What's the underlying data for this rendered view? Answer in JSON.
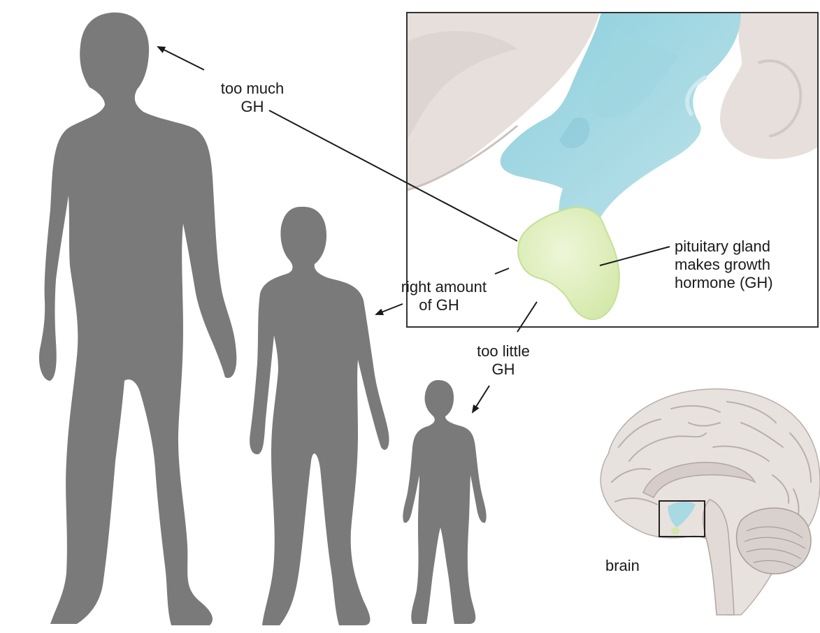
{
  "labels": {
    "too_much": {
      "line1": "too much",
      "line2": "GH"
    },
    "right_amount": {
      "line1": "right amount",
      "line2": "of GH"
    },
    "too_little": {
      "line1": "too little",
      "line2": "GH"
    },
    "pituitary": {
      "line1": "pituitary gland",
      "line2": "makes growth",
      "line3": "hormone (GH)"
    },
    "brain": "brain"
  },
  "colors": {
    "silhouette": "#7a7a7a",
    "brain_tissue": "#e8e2df",
    "brain_shadow": "#cfc6c2",
    "ventricle_blue": "#a9d9e3",
    "ventricle_dark": "#7fc2d1",
    "pituitary_green": "#e3f0c6",
    "pituitary_edge": "#c9e29a",
    "frame": "#333333"
  }
}
